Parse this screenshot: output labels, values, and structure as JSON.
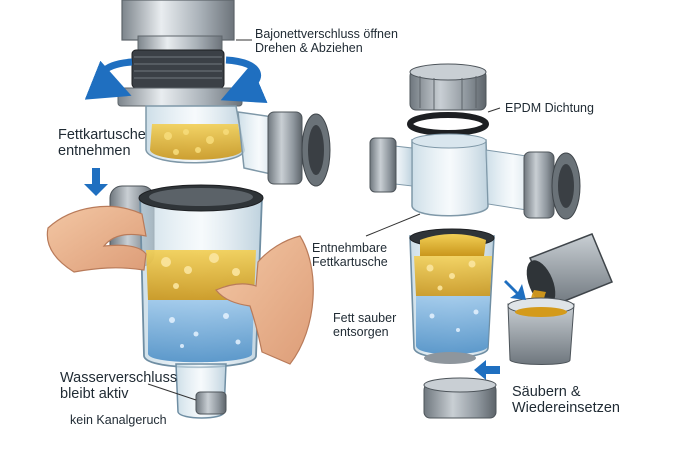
{
  "labels": {
    "bayonet_line1": "Bajonettverschluss öffnen",
    "bayonet_line2": "Drehen & Abziehen",
    "epdm": "EPDM Dichtung",
    "grease_cartridge_line1": "Fettkartusche",
    "grease_cartridge_line2": "entnehmen",
    "removable_line1": "Entnehmbare",
    "removable_line2": "Fettkartusche",
    "dispose_line1": "Fett sauber",
    "dispose_line2": "entsorgen",
    "water_seal_line1": "Wasserverschluss",
    "water_seal_line2": "bleibt aktiv",
    "no_odor": "kein Kanalgeruch",
    "clean_line1": "Säubern &",
    "clean_line2": "Wiedereinsetzen"
  },
  "colors": {
    "grease": "#e2b42a",
    "water": "#6ea9d9",
    "arrow_blue": "#1f6fc0",
    "pipe_grey": "#9aa3ab",
    "seal_black": "#1d1f22",
    "text": "#1f2a33"
  },
  "icons": [
    "rotate-arrow-icon",
    "down-arrow-icon",
    "pour-arrow-icon",
    "insert-arrow-icon"
  ]
}
